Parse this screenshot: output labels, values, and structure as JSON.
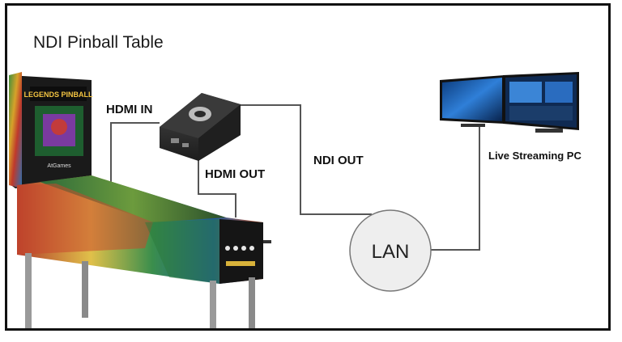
{
  "title": "NDI Pinball Table",
  "labels": {
    "hdmi_in": "HDMI IN",
    "hdmi_out": "HDMI OUT",
    "ndi_out": "NDI OUT",
    "lan": "LAN",
    "pc": "Live Streaming PC",
    "marquee": "LEGENDS PINBALL",
    "brand": "AtGames"
  },
  "colors": {
    "wire": "#555555",
    "lan_fill": "#eeeeee",
    "device": "#2b2b2b"
  }
}
